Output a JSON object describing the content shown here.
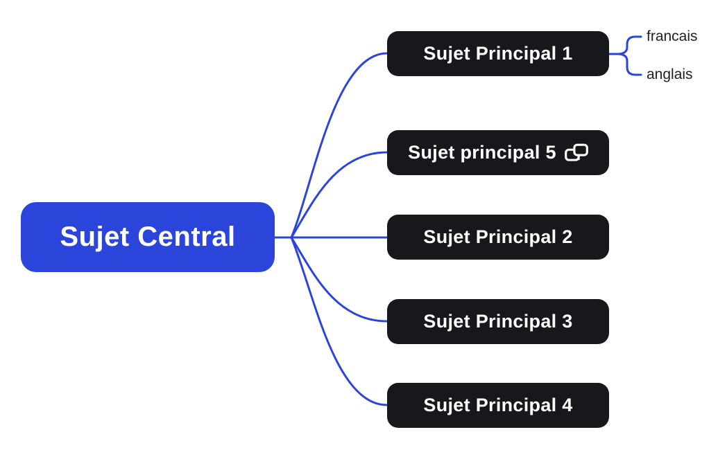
{
  "colors": {
    "accent_blue": "#2b45db",
    "node_black": "#17181b",
    "text_white": "#ffffff",
    "text_dark": "#1f1f1f",
    "canvas_bg": "#ffffff"
  },
  "central": {
    "label": "Sujet Central"
  },
  "branches": [
    {
      "label": "Sujet Principal 1"
    },
    {
      "label": "Sujet principal 5",
      "icon": "link-icon"
    },
    {
      "label": "Sujet Principal 2"
    },
    {
      "label": "Sujet Principal 3"
    },
    {
      "label": "Sujet Principal 4"
    }
  ],
  "children_of_branch_1": [
    {
      "label": "francais"
    },
    {
      "label": "anglais"
    }
  ]
}
